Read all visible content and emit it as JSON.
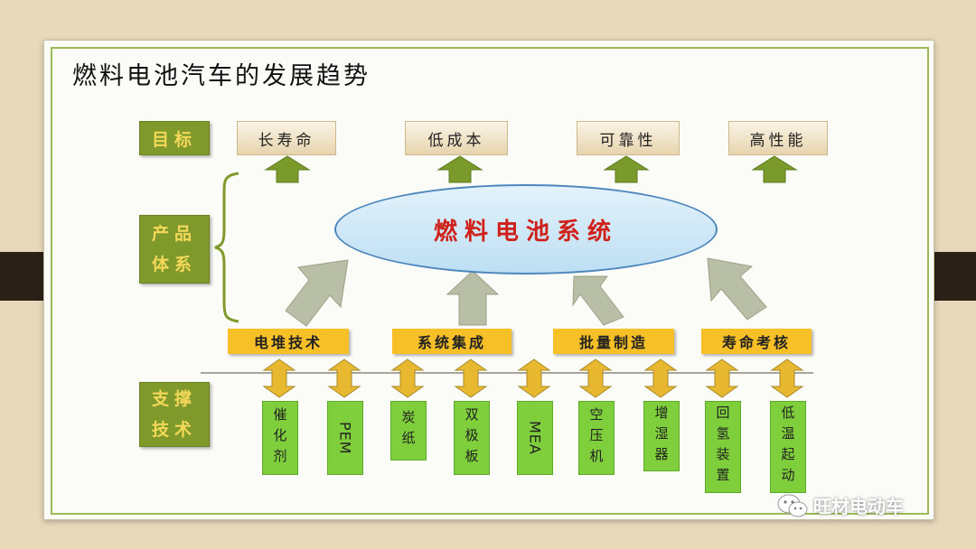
{
  "title": "燃料电池汽车的发展趋势",
  "side_labels": {
    "goal": "目标",
    "product_line1": "产品",
    "product_line2": "体系",
    "support_line1": "支撑",
    "support_line2": "技术"
  },
  "goals": [
    "长寿命",
    "低成本",
    "可靠性",
    "高性能"
  ],
  "center": "燃料电池系统",
  "techs": [
    "电堆技术",
    "系统集成",
    "批量制造",
    "寿命考核"
  ],
  "components": [
    "催化剂",
    "PEM",
    "炭纸",
    "双极板",
    "MEA",
    "空压机",
    "增湿器",
    "回氢装置",
    "低温起动"
  ],
  "watermark": "旺材电动车",
  "colors": {
    "side_box": "#7f9a2a",
    "side_text": "#f3d85a",
    "goal_arrow": "#7a9a2c",
    "up_arrow": "#b9bfa6",
    "tech_box": "#f6c026",
    "double_arrow": "#e8b830",
    "component": "#7fcf3c",
    "center_text": "#d0201a",
    "ellipse_border": "#4d86bd"
  },
  "icons": [
    "wechat-icon"
  ]
}
